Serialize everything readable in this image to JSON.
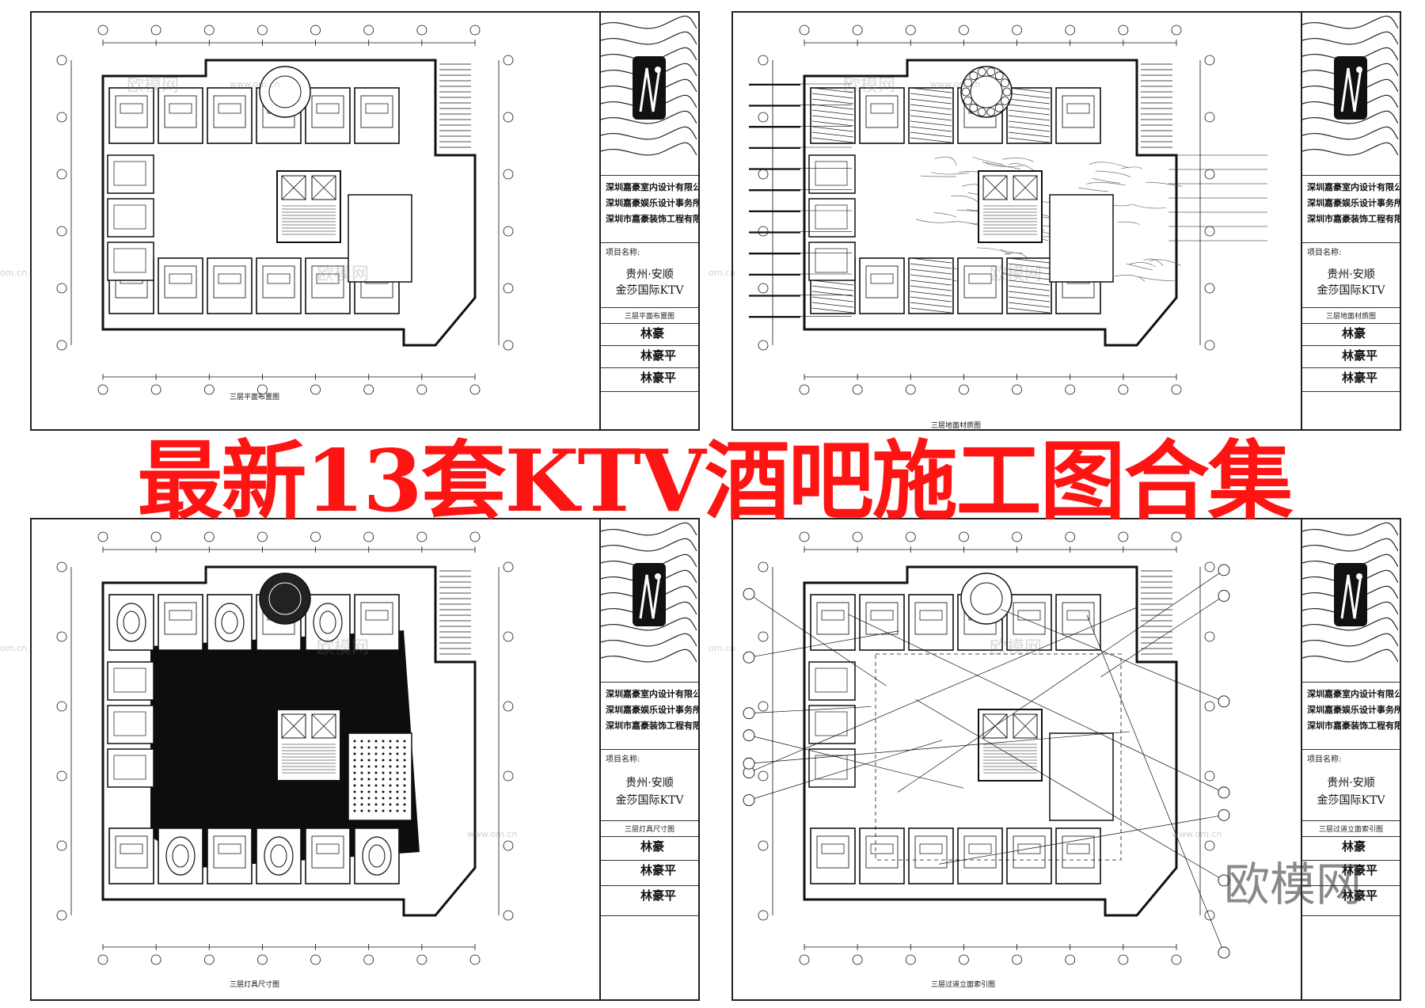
{
  "headline": "最新13套KTV酒吧施工图合集",
  "brand_watermark": "欧模网",
  "watermarks": {
    "cn": "欧模网",
    "url": "www.om.cn",
    "short": "om.cn"
  },
  "colors": {
    "headline": "#ff1414",
    "lines": "#111111",
    "paper": "#ffffff"
  },
  "sheets": [
    {
      "id": "tl",
      "companies": [
        "深圳嘉豪室内设计有限公司",
        "深圳嘉豪娱乐设计事务所",
        "深圳市嘉豪装饰工程有限公司"
      ],
      "project_label": "项目名称:",
      "project_line1": "贵州·安顺",
      "project_line2": "金莎国际KTV",
      "drawing_title": "三层平面布置图",
      "caption": "三层平面布置图"
    },
    {
      "id": "tr",
      "companies": [
        "深圳嘉豪室内设计有限公司",
        "深圳嘉豪娱乐设计事务所",
        "深圳市嘉豪装饰工程有限公司"
      ],
      "project_label": "项目名称:",
      "project_line1": "贵州·安顺",
      "project_line2": "金莎国际KTV",
      "drawing_title": "三层地面材质图",
      "caption": "三层地面材质图"
    },
    {
      "id": "bl",
      "companies": [
        "深圳嘉豪室内设计有限公司",
        "深圳嘉豪娱乐设计事务所",
        "深圳市嘉豪装饰工程有限公司"
      ],
      "project_label": "项目名称:",
      "project_line1": "贵州·安顺",
      "project_line2": "金莎国际KTV",
      "drawing_title": "三层灯具尺寸图",
      "caption": "三层灯具尺寸图"
    },
    {
      "id": "br",
      "companies": [
        "深圳嘉豪室内设计有限公司",
        "深圳嘉豪娱乐设计事务所",
        "深圳市嘉豪装饰工程有限公司"
      ],
      "project_label": "项目名称:",
      "project_line1": "贵州·安顺",
      "project_line2": "金莎国际KTV",
      "drawing_title": "三层过道立面索引图",
      "caption": "三层过道立面索引图"
    }
  ]
}
